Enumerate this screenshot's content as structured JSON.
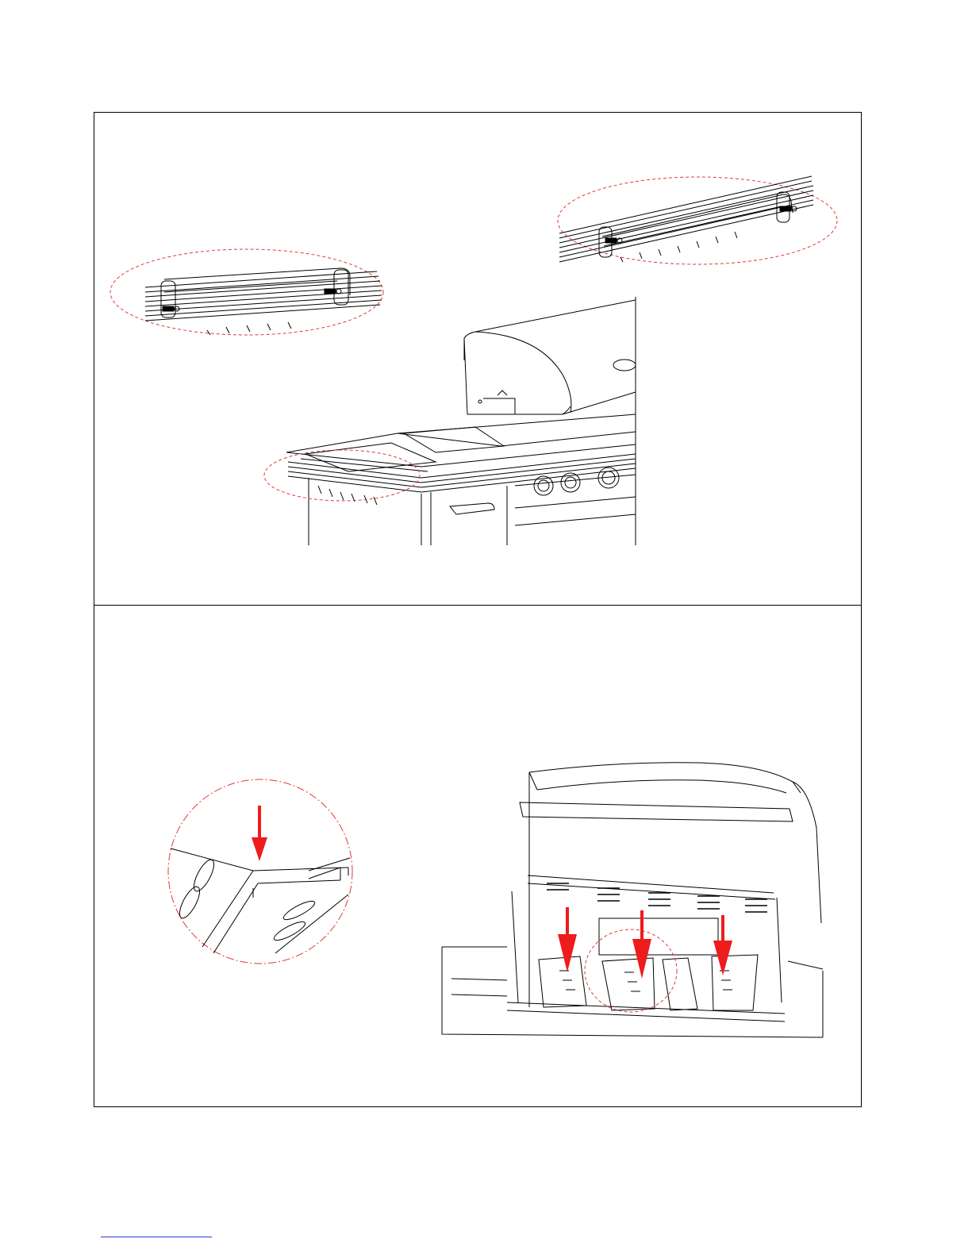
{
  "page": {
    "footer_link_text": ""
  },
  "steps": [
    {
      "id": "side-shelf-handle",
      "callouts": [
        "left-handle-detail",
        "right-handle-detail",
        "shelf-edge-highlight"
      ]
    },
    {
      "id": "flame-tamer-install",
      "callouts": [
        "flame-tamer-detail",
        "firebox-highlight"
      ],
      "arrow_count": 4
    }
  ],
  "colors": {
    "line": "#000000",
    "callout": "#e23a3a",
    "arrow": "#ee1c1c",
    "link": "#2b3bd6"
  },
  "icons": [
    "screw-icon",
    "down-arrow-icon"
  ]
}
